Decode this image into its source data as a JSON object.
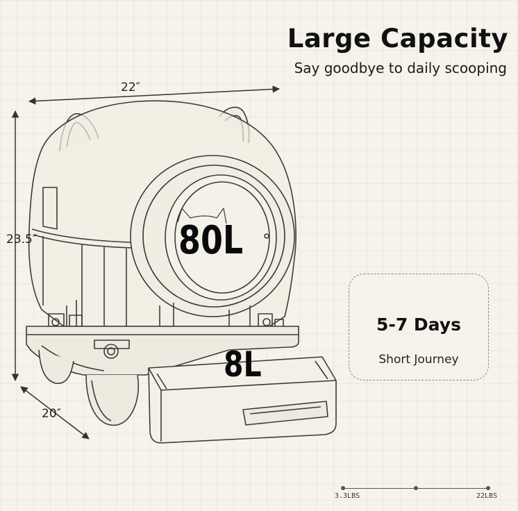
{
  "header": {
    "title": "Large Capacity",
    "subtitle": "Say goodbye to daily scooping"
  },
  "dimensions": {
    "width": "22″",
    "height": "23.5″",
    "depth": "20″"
  },
  "volumes": {
    "drum": "80L",
    "drawer": "8L"
  },
  "info_card": {
    "days": "5-7 Days",
    "label": "Short Journey"
  },
  "weight_scale": {
    "min_label": "3.3LBS",
    "max_label": "22LBS"
  },
  "colors": {
    "background": "#f6f3ea",
    "line": "#3a3a3a",
    "text": "#111111"
  }
}
